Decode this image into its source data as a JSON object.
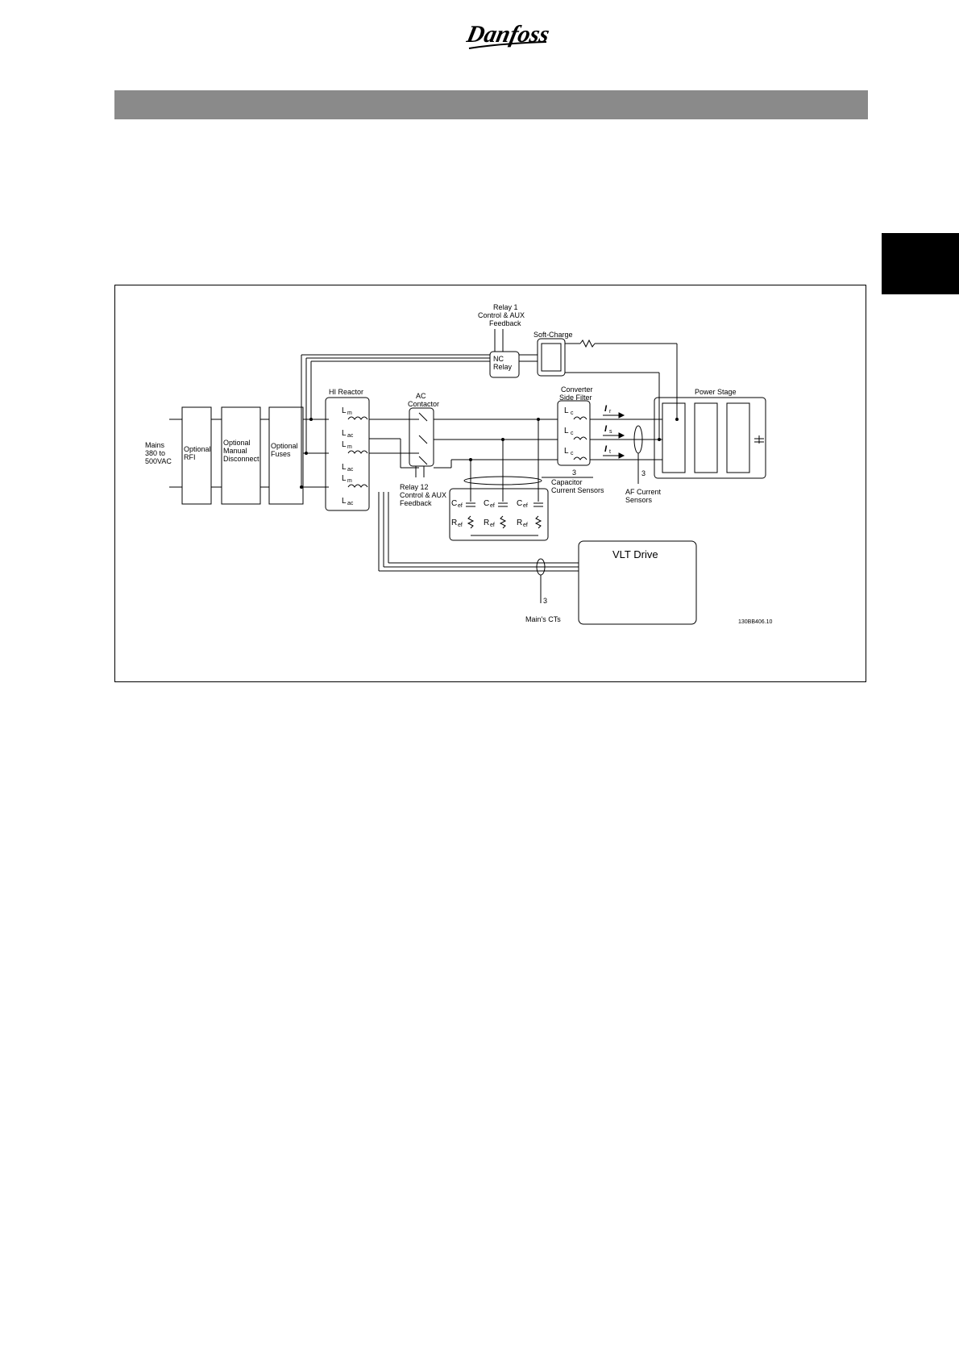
{
  "brand": {
    "name": "Danfoss"
  },
  "figure": {
    "code": "130BB406.10",
    "labels": {
      "mains": [
        "Mains",
        "380 to",
        "500VAC"
      ],
      "optional_rfi": [
        "Optional",
        "RFI"
      ],
      "optional_disconnect": [
        "Optional",
        "Manual",
        "Disconnect"
      ],
      "optional_fuses": [
        "Optional",
        "Fuses"
      ],
      "hi_reactor": "HI Reactor",
      "ac_contactor": [
        "AC",
        "Contactor"
      ],
      "relay1": [
        "Relay 1",
        "Control & AUX",
        "Feedback"
      ],
      "nc_relay": [
        "NC",
        "Relay"
      ],
      "soft_charge": "Soft-Charge",
      "converter_filter": [
        "Converter",
        "Side Filter"
      ],
      "power_stage": "Power Stage",
      "relay12": [
        "Relay 12",
        "Control & AUX",
        "Feedback"
      ],
      "capacitor_sensors": [
        "3",
        "Capacitor",
        "Current Sensors"
      ],
      "af_sensors": [
        "AF Current",
        "Sensors"
      ],
      "af_count": "3",
      "vlt_drive": "VLT Drive",
      "mains_cts": "Main's CTs",
      "mains_cts_count": "3",
      "Lm": "L",
      "Lm_sub": "m",
      "Lac": "L",
      "Lac_sub": "ac",
      "Lc": "L",
      "Lc_sub": "c",
      "Cef": "C",
      "Cef_sub": "ef",
      "Ref": "R",
      "Ref_sub": "ef",
      "Ir": "I",
      "Ir_sub": "r",
      "Is": "I",
      "Is_sub": "s",
      "It": "I",
      "It_sub": "t"
    }
  }
}
